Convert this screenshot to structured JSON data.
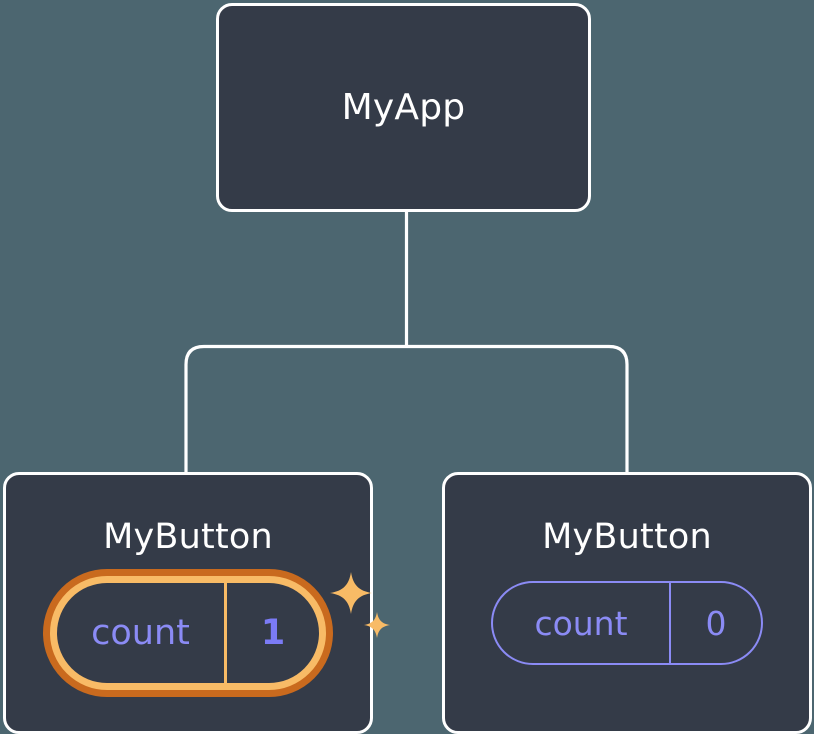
{
  "diagram": {
    "type": "component-tree",
    "title": "React component tree with local state",
    "background_color": "#4c6670",
    "node_fill_color": "#343b48",
    "node_border_color": "#ffffff",
    "connector_color": "#ffffff",
    "state_color": "#8b8bf5",
    "highlight_outer_color": "#c96a1e",
    "highlight_inner_color": "#f8bb66",
    "sparkle_color": "#f8bb66"
  },
  "nodes": {
    "root": {
      "label": "MyApp"
    },
    "children": [
      {
        "label": "MyButton",
        "state": {
          "key": "count",
          "value": "1"
        },
        "highlighted": true,
        "sparkles": 2
      },
      {
        "label": "MyButton",
        "state": {
          "key": "count",
          "value": "0"
        },
        "highlighted": false,
        "sparkles": 0
      }
    ]
  },
  "edges": [
    {
      "from": "MyApp",
      "to": "MyButton (count 1)"
    },
    {
      "from": "MyApp",
      "to": "MyButton (count 0)"
    }
  ]
}
